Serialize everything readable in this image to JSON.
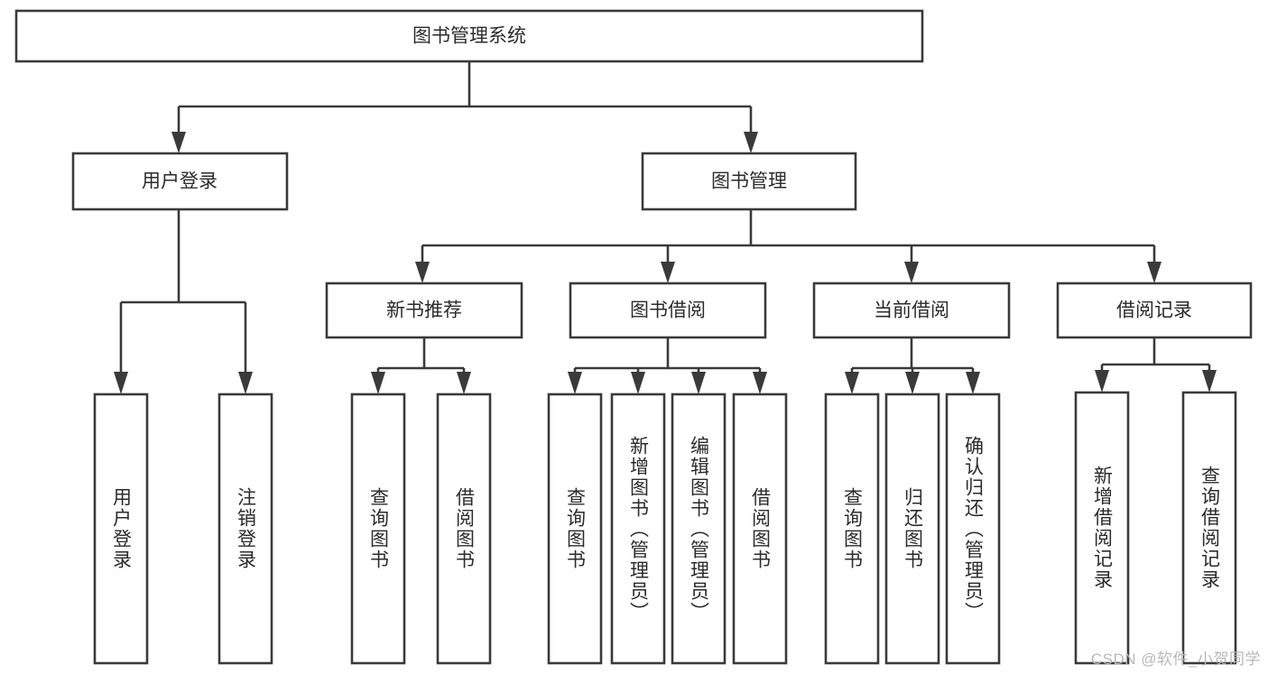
{
  "diagram": {
    "title": "图书管理系统",
    "type": "tree-hierarchy-diagram",
    "colors": {
      "background": "#ffffff",
      "box_stroke": "#3a3a3a",
      "box_fill": "#ffffff",
      "text": "#2b2b2b",
      "watermark": "#b8b8b8"
    },
    "root": {
      "label": "图书管理系统"
    },
    "level2": [
      {
        "label": "用户登录"
      },
      {
        "label": "图书管理"
      }
    ],
    "level3": [
      {
        "label": "新书推荐"
      },
      {
        "label": "图书借阅"
      },
      {
        "label": "当前借阅"
      },
      {
        "label": "借阅记录"
      }
    ],
    "leaves": {
      "user_login": [
        {
          "label": "用户登录"
        },
        {
          "label": "注销登录"
        }
      ],
      "new_book_recommend": [
        {
          "label": "查询图书"
        },
        {
          "label": "借阅图书"
        }
      ],
      "book_borrow": [
        {
          "label": "查询图书"
        },
        {
          "label": "新增图书（管理员）"
        },
        {
          "label": "编辑图书（管理员）"
        },
        {
          "label": "借阅图书"
        }
      ],
      "current_borrow": [
        {
          "label": "查询图书"
        },
        {
          "label": "归还图书"
        },
        {
          "label": "确认归还（管理员）"
        }
      ],
      "borrow_record": [
        {
          "label": "新增借阅记录"
        },
        {
          "label": "查询借阅记录"
        }
      ]
    }
  },
  "watermark": {
    "text": "CSDN @软件_小贺同学"
  }
}
